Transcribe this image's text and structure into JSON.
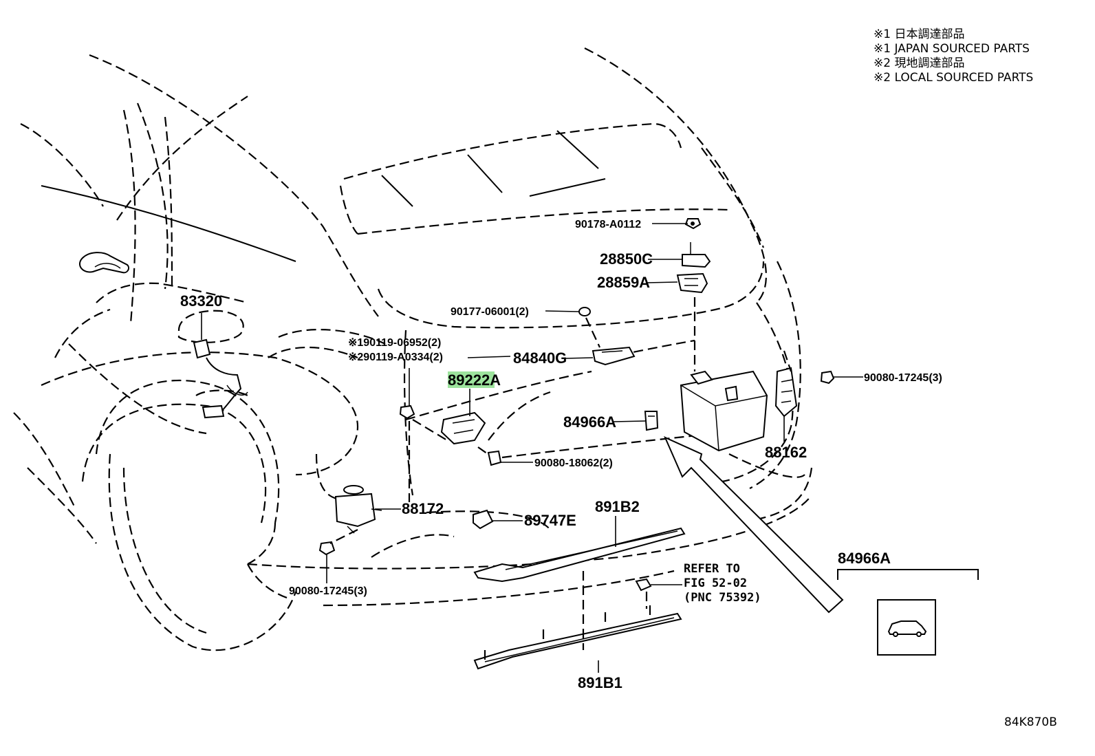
{
  "legend": {
    "line1": "※1 日本調達部品",
    "line2": "※1 JAPAN SOURCED PARTS",
    "line3": "※2 現地調達部品",
    "line4": "※2 LOCAL SOURCED PARTS"
  },
  "parts": {
    "p90178": "90178-A0112",
    "p28850c": "28850C",
    "p28859a": "28859A",
    "p83320": "83320",
    "p90177": "90177-06001(2)",
    "p90119_1": "※190119-06952(2)",
    "p90119_2": "※290119-A0334(2)",
    "p84840g": "84840G",
    "p89222a": "89222A",
    "p90080_a": "90080-17245(3)",
    "p84966a": "84966A",
    "p90080_18062": "90080-18062(2)",
    "p88162": "88162",
    "p88172": "88172",
    "p89747e": "89747E",
    "p891b2": "891B2",
    "p84966a_inset": "84966A",
    "p90080_b": "90080-17245(3)",
    "p891b1": "891B1"
  },
  "refer": {
    "line1": "REFER TO",
    "line2": "FIG 52-02",
    "line3": "(PNC 75392)"
  },
  "footer": {
    "code": "84K870B"
  },
  "colors": {
    "highlight": "#9de39d",
    "ink": "#000000"
  }
}
